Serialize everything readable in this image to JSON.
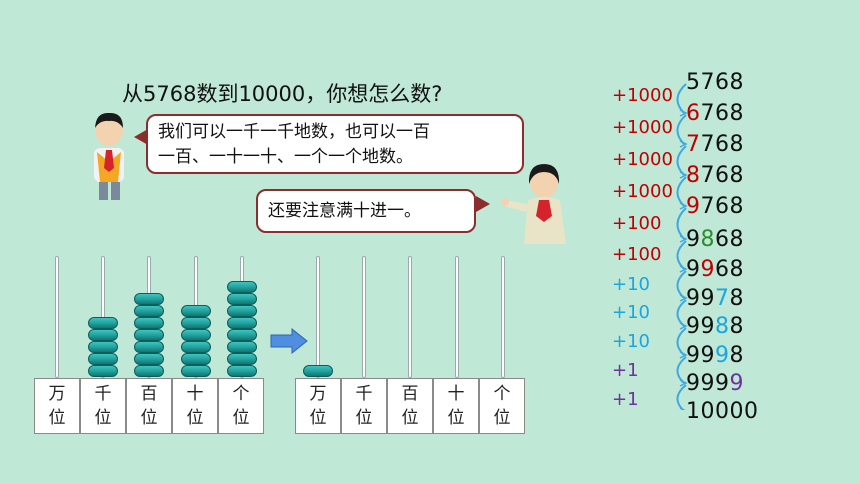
{
  "question": "从5768数到10000，你想怎么数?",
  "bubble1_line1": "我们可以一千一千地数，也可以一百",
  "bubble1_line2": "一百、一十一十、一个一个地数。",
  "bubble2": "还要注意满十进一。",
  "place_labels": [
    {
      "top": "万",
      "bottom": "位"
    },
    {
      "top": "千",
      "bottom": "位"
    },
    {
      "top": "百",
      "bottom": "位"
    },
    {
      "top": "十",
      "bottom": "位"
    },
    {
      "top": "个",
      "bottom": "位"
    }
  ],
  "abacus_left_beads": [
    0,
    5,
    7,
    6,
    8
  ],
  "abacus_right_beads": [
    1,
    0,
    0,
    0,
    0
  ],
  "steps": [
    "+1000",
    "+1000",
    "+1000",
    "+1000",
    "+100",
    "+100",
    "+10",
    "+10",
    "+10",
    "+1",
    "+1"
  ],
  "numbers": [
    {
      "pre": "5768",
      "hl": "",
      "post": ""
    },
    {
      "pre": "",
      "hl": "6",
      "post": "768"
    },
    {
      "pre": "",
      "hl": "7",
      "post": "768"
    },
    {
      "pre": "",
      "hl": "8",
      "post": "768"
    },
    {
      "pre": "",
      "hl": "9",
      "post": "768"
    },
    {
      "pre": "9",
      "hl": "8",
      "post": "68"
    },
    {
      "pre": "9",
      "hl": "9",
      "post": "68"
    },
    {
      "pre": "99",
      "hl": "7",
      "post": "8"
    },
    {
      "pre": "99",
      "hl": "8",
      "post": "8"
    },
    {
      "pre": "99",
      "hl": "9",
      "post": "8"
    },
    {
      "pre": "999",
      "hl": "9",
      "post": ""
    },
    {
      "pre": "10000",
      "hl": "",
      "post": ""
    }
  ],
  "colors": {
    "step_1000": "#c00000",
    "step_100": "#c00000",
    "step_10": "#1aa6e0",
    "step_1": "#7030a0",
    "background": "#bfe8d6"
  }
}
